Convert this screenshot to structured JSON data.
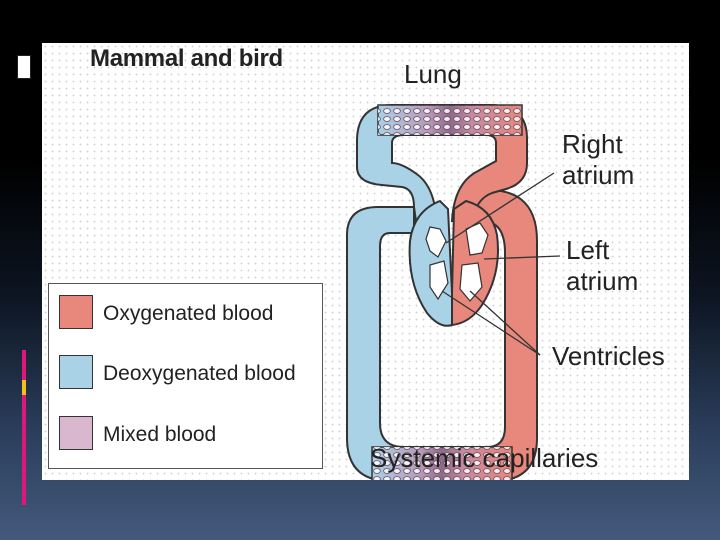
{
  "title": "Mammal and bird",
  "labels": {
    "lung": "Lung",
    "right_atrium": [
      "Right",
      "atrium"
    ],
    "left_atrium": [
      "Left",
      "atrium"
    ],
    "ventricles": "Ventricles",
    "systemic_capillaries": "Systemic capillaries"
  },
  "legend": [
    {
      "label": "Oxygenated blood",
      "color": "#e8877b"
    },
    {
      "label": "Deoxygenated blood",
      "color": "#a9d2e7"
    },
    {
      "label": "Mixed blood",
      "color": "#d9b7cf"
    }
  ],
  "colors": {
    "oxygenated": "#e8877b",
    "deoxygenated": "#a9d2e7",
    "outline": "#333333",
    "slide_accent_pink": "#e0167a",
    "slide_accent_yellow": "#f2c21a"
  }
}
